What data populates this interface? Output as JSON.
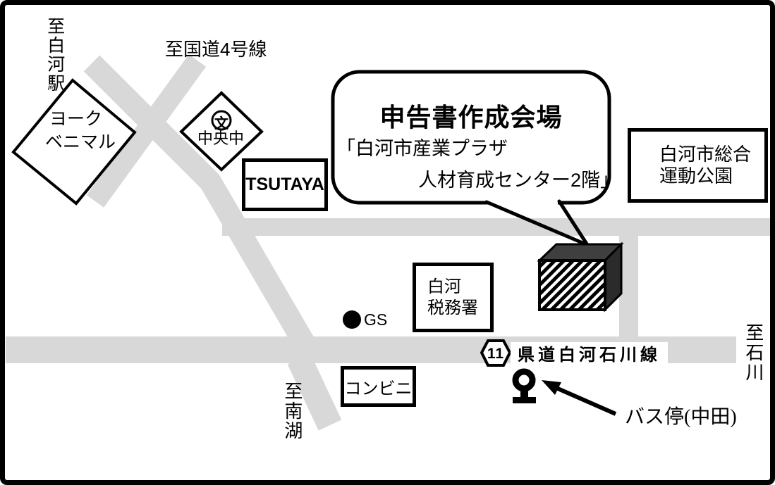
{
  "bubble": {
    "title": "申告書作成会場",
    "line1": "「白河市産業プラザ",
    "line2": "人材育成センター2階」"
  },
  "edge_labels": {
    "to_shirakawa_station": "至白河駅",
    "to_route4": "至国道4号線",
    "to_nanko": "至南湖",
    "to_ishikawa": "至石川"
  },
  "places": {
    "york_benimaru": {
      "line1": "ヨーク",
      "line2": "ベニマル"
    },
    "chuo_junior_high": {
      "school_symbol": "文",
      "name": "中央中"
    },
    "tsutaya": {
      "name": "TSUTAYA"
    },
    "sports_park": {
      "line1": "白河市総合",
      "line2": "運動公園"
    },
    "tax_office": {
      "line1": "白河",
      "line2": "税務署"
    },
    "gas_station": {
      "name": "GS"
    },
    "convenience_store": {
      "name": "コンビニ"
    }
  },
  "road": {
    "route_number": "11",
    "name": "県道白河石川線"
  },
  "bus_stop": {
    "label": "バス停(中田)"
  },
  "colors": {
    "road": "#d8d8d8",
    "building_top": "#3f3f3f",
    "building_side": "#2b2b2b",
    "outline": "#000000",
    "background": "#ffffff"
  }
}
